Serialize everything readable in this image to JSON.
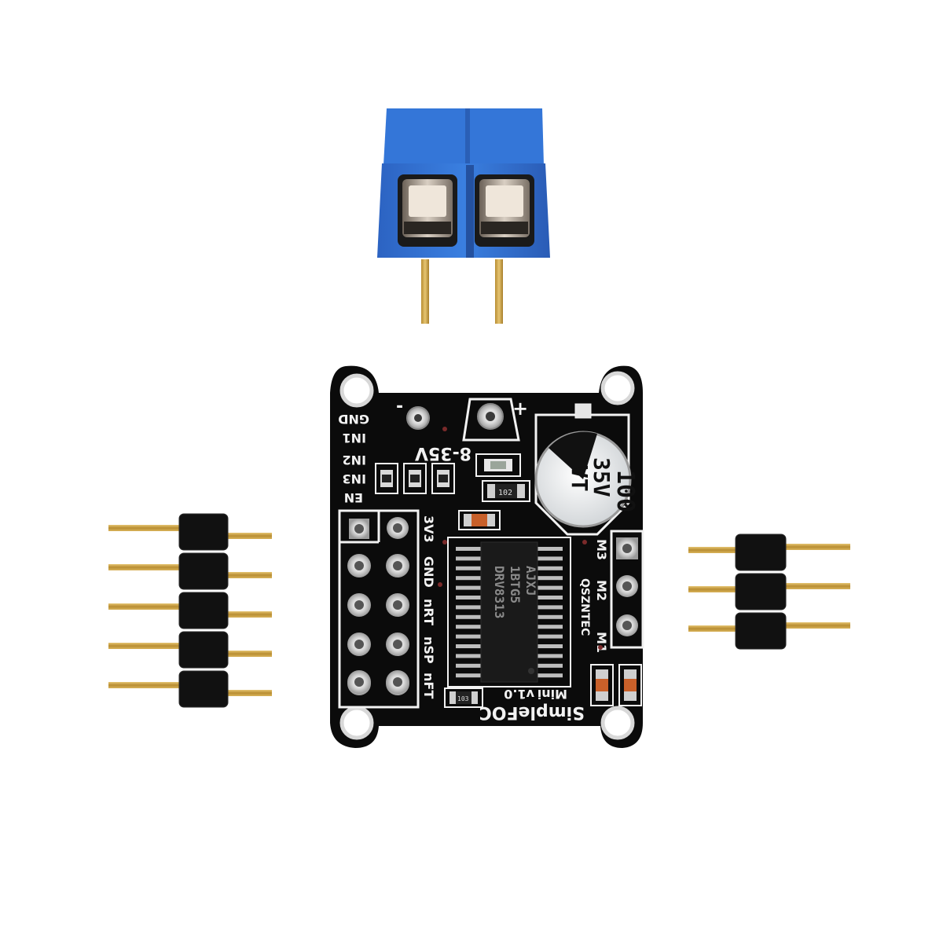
{
  "colors": {
    "background": "#ffffff",
    "pcb": "#0b0b0b",
    "silkscreen": "#f2f2f2",
    "terminal": "#2f6fd0",
    "gold": "#c9a244",
    "pin_housing": "#111111"
  },
  "board": {
    "brand": "SimpleFOC",
    "model": "Mini",
    "version": "v1.0",
    "voltage": "8-35V",
    "power_minus": "-",
    "power_plus": "+",
    "left_labels": [
      "GND",
      "IN1",
      "IN2",
      "IN3",
      "EN"
    ],
    "top_header_labels": [
      "3V3",
      "GND",
      "nRT",
      "nSP",
      "nFT"
    ],
    "motor_labels": [
      "M1",
      "M2",
      "M3"
    ],
    "maker": "QSZNTEC",
    "resistor_code": "102",
    "resistor_code_small": "103",
    "chip": {
      "line1": "DRV8313",
      "line2": "1BTG5",
      "line3": "AJXJ"
    },
    "capacitor": {
      "value": "100",
      "voltage": "35V",
      "series": "VT"
    }
  },
  "accessories": {
    "terminal_block_positions": 2,
    "header_left_pins": 5,
    "header_right_pins": 3
  }
}
